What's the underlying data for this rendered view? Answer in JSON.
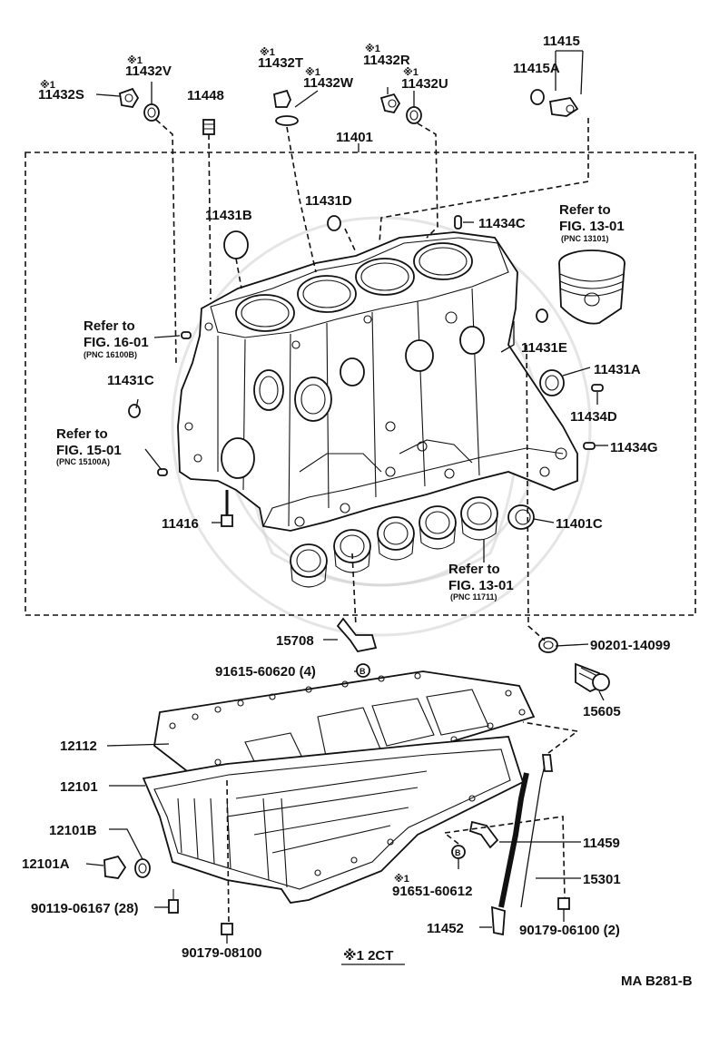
{
  "parts": {
    "p11432S": "11432S",
    "p11432V": "11432V",
    "p11448": "11448",
    "p11432T": "11432T",
    "p11432W": "11432W",
    "p11432R": "11432R",
    "p11432U": "11432U",
    "p11415": "11415",
    "p11415A": "11415A",
    "p11401": "11401",
    "p11431D": "11431D",
    "p11434C": "11434C",
    "p11431B": "11431B",
    "p11431E": "11431E",
    "p11431A": "11431A",
    "p11431C": "11431C",
    "p11434D": "11434D",
    "p11434G": "11434G",
    "p11416": "11416",
    "p11401C": "11401C",
    "p15708": "15708",
    "p90201": "90201-14099",
    "p91615": "91615-60620 (4)",
    "p15605": "15605",
    "p12112": "12112",
    "p12101": "12101",
    "p12101B": "12101B",
    "p12101A": "12101A",
    "p11459": "11459",
    "p91651": "91651-60612",
    "p15301": "15301",
    "p90119": "90119-06167 (28)",
    "p11452": "11452",
    "p90179_06100": "90179-06100 (2)",
    "p90179_08100": "90179-08100"
  },
  "markers": {
    "star1": "※1",
    "circle_b": "B"
  },
  "references": {
    "ref1_line1": "Refer to",
    "ref1_line2": "FIG. 13-01",
    "ref1_pnc": "(PNC 13101)",
    "ref2_line1": "Refer to",
    "ref2_line2": "FIG. 16-01",
    "ref2_pnc": "(PNC 16100B)",
    "ref3_line1": "Refer to",
    "ref3_line2": "FIG. 15-01",
    "ref3_pnc": "(PNC 15100A)",
    "ref4_line1": "Refer to",
    "ref4_line2": "FIG. 13-01",
    "ref4_pnc": "(PNC 11711)"
  },
  "footnote": "※1 2CT",
  "drawing_code": "MA B281-B"
}
